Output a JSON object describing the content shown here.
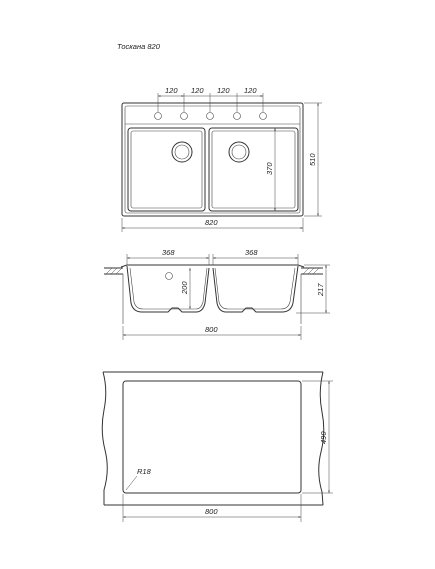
{
  "title": "Тоскана 820",
  "top_view": {
    "hole_spacing": [
      "120",
      "120",
      "120",
      "120"
    ],
    "width": "820",
    "height": "510",
    "bowl_depth": "370"
  },
  "section_view": {
    "bowl_left_width": "368",
    "bowl_right_width": "368",
    "depth": "200",
    "total_height": "217",
    "width": "800"
  },
  "cutout_view": {
    "corner_radius": "R18",
    "height": "490",
    "width": "800"
  }
}
